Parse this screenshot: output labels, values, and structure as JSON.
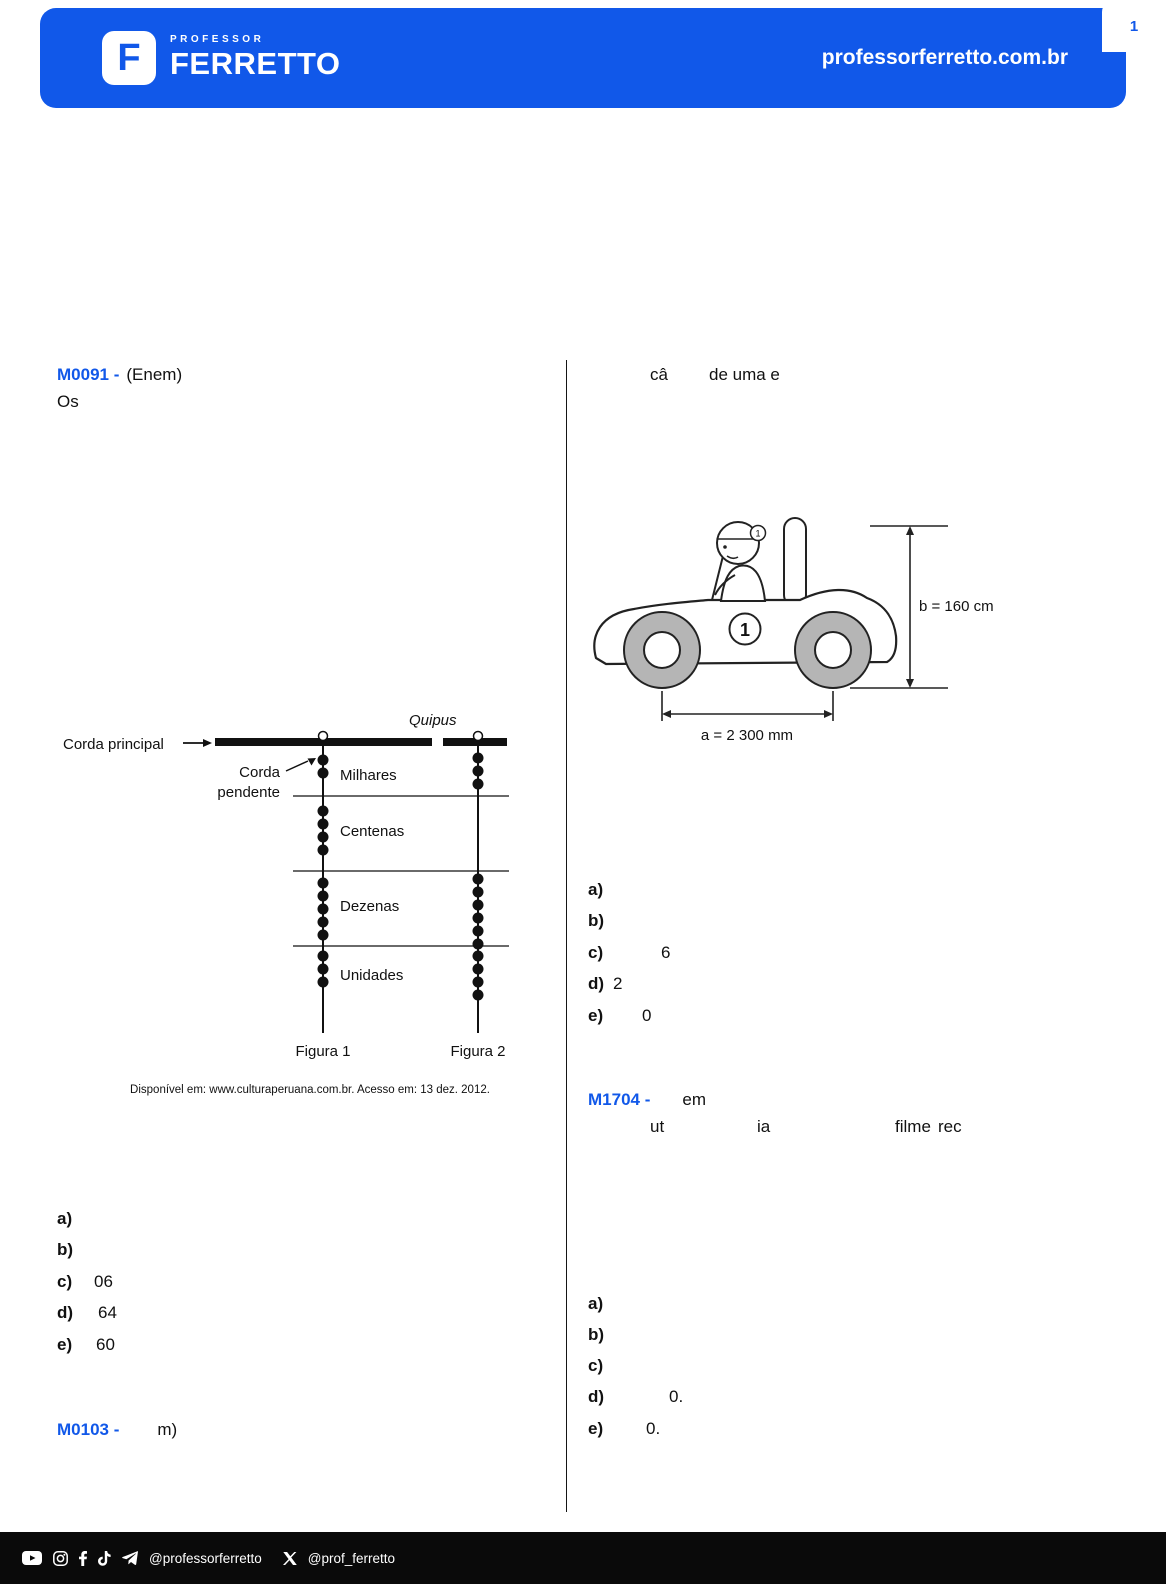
{
  "colors": {
    "brand_blue": "#1158e9",
    "code_blue": "#1158e9",
    "footer_bg": "#0a0a0a",
    "text": "#111111"
  },
  "header": {
    "logo_letter": "F",
    "logo_top": "PROFESSOR",
    "logo_name": "FERRETTO",
    "website": "professorferretto.com.br"
  },
  "left": {
    "m0091": {
      "code": "M0091 -",
      "source_tag": "(Enem)",
      "intro": "Os",
      "quipus": {
        "title": "Quipus",
        "main_cord": "Corda principal",
        "pendant1": "Corda",
        "pendant2": "pendente",
        "thousands": "Milhares",
        "hundreds": "Centenas",
        "tens": "Dezenas",
        "units": "Unidades",
        "figure1": "Figura 1",
        "figure2": "Figura 2",
        "credit": "Disponível em: www.culturaperuana.com.br. Acesso em: 13 dez. 2012."
      },
      "options": [
        {
          "letter": "a)",
          "value": ""
        },
        {
          "letter": "b)",
          "value": ""
        },
        {
          "letter": "c)",
          "value": "06"
        },
        {
          "letter": "d)",
          "value": "64"
        },
        {
          "letter": "e)",
          "value": "60"
        }
      ]
    },
    "m0103": {
      "code": "M0103 -",
      "fragment": "m)"
    }
  },
  "right": {
    "mtop": {
      "fragment1": "câ",
      "fragment2": "de uma e",
      "car": {
        "height_label": "b = 160 cm",
        "width_label": "a = 2 300 mm",
        "door_number": "1",
        "helmet_number": "1"
      },
      "options": [
        {
          "letter": "a)",
          "value": ""
        },
        {
          "letter": "b)",
          "value": ""
        },
        {
          "letter": "c)",
          "value": "6"
        },
        {
          "letter": "d)",
          "value": "2"
        },
        {
          "letter": "e)",
          "value": "0"
        }
      ]
    },
    "m1704": {
      "code": "M1704 -",
      "frag_line1": "em",
      "frag2_1": "ut",
      "frag2_2": "ia",
      "frag2_3": "filme",
      "frag2_4": "rec",
      "options": [
        {
          "letter": "a)",
          "value": ""
        },
        {
          "letter": "b)",
          "value": ""
        },
        {
          "letter": "c)",
          "value": ""
        },
        {
          "letter": "d)",
          "value": "0."
        },
        {
          "letter": "e)",
          "value": "0."
        }
      ]
    }
  },
  "footer": {
    "handle_main": "@professorferretto",
    "handle_x": "@prof_ferretto",
    "page": "1"
  }
}
